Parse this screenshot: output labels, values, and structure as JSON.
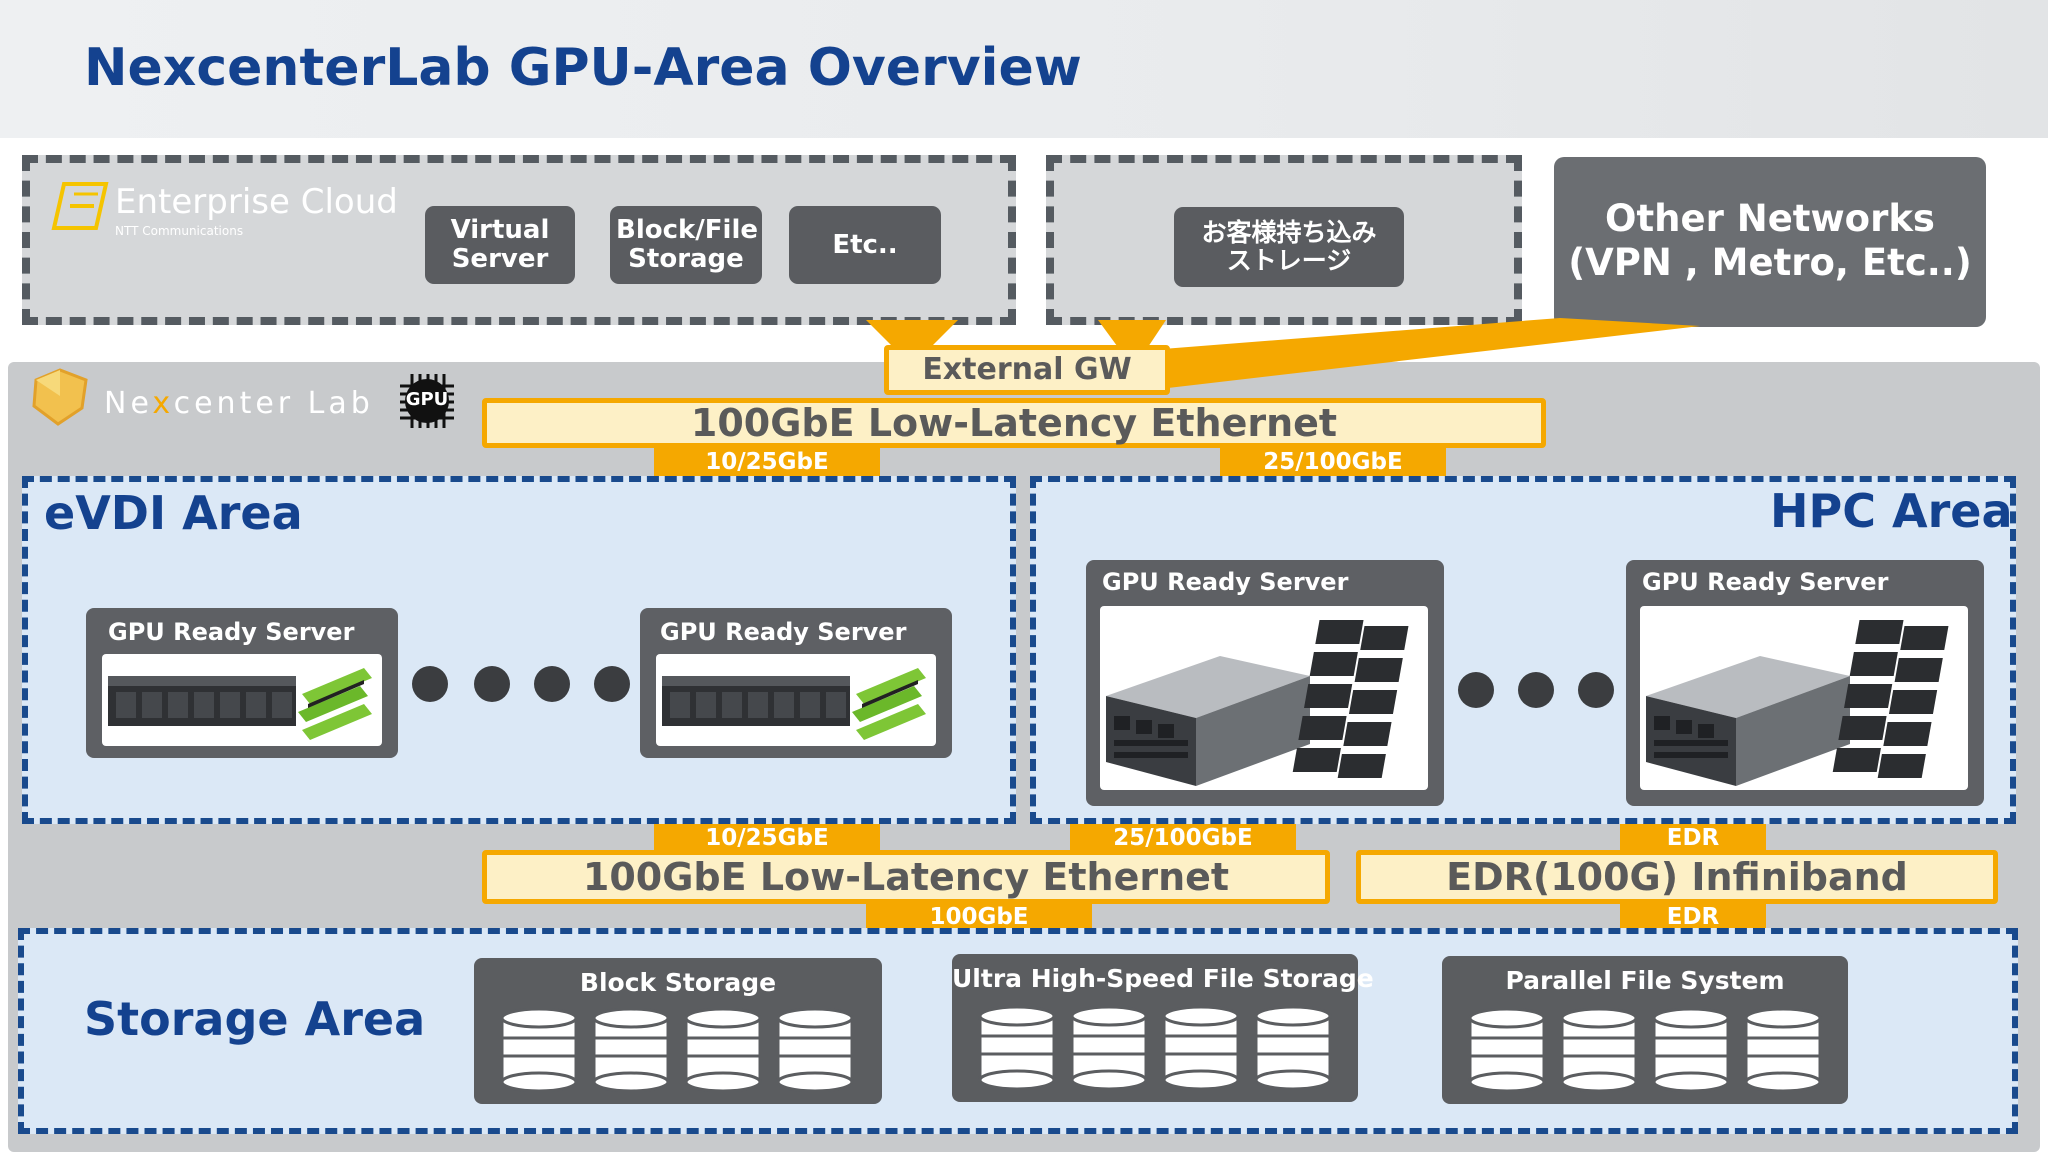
{
  "title": "NexcenterLab GPU-Area Overview",
  "enterprise_cloud": {
    "logo_text": "Enterprise Cloud",
    "logo_sub": "NTT Communications",
    "services": [
      "Virtual Server",
      "Block/File Storage",
      "Etc.."
    ]
  },
  "customer_storage": {
    "label_line1": "お客様持ち込み",
    "label_line2": "ストレージ"
  },
  "other_networks": {
    "line1": "Other Networks",
    "line2": "(VPN , Metro, Etc..)"
  },
  "lab": {
    "logo_pre": "Ne",
    "logo_x": "x",
    "logo_post": "center Lab",
    "gpu_badge": "GPU"
  },
  "network": {
    "external_gw": "External GW",
    "top_ethernet": "100GbE Low-Latency Ethernet",
    "top_link_left": "10/25GbE",
    "top_link_right": "25/100GbE",
    "bottom_ethernet": "100GbE Low-Latency Ethernet",
    "bottom_link_left": "10/25GbE",
    "bottom_link_mid": "25/100GbE",
    "bottom_link_storage": "100GbE",
    "infiniband": "EDR(100G) Infiniband",
    "ib_link_top": "EDR",
    "ib_link_bottom": "EDR"
  },
  "evdi": {
    "title": "eVDI Area",
    "servers": [
      "GPU Ready Server",
      "GPU Ready Server"
    ]
  },
  "hpc": {
    "title": "HPC Area",
    "servers": [
      "GPU Ready Server",
      "GPU Ready Server"
    ]
  },
  "storage": {
    "title": "Storage Area",
    "items": [
      "Block Storage",
      "Ultra High-Speed File Storage",
      "Parallel File System"
    ]
  },
  "colors": {
    "title_blue": "#14428f",
    "accent_orange": "#f5a800",
    "area_fill": "#dbe8f6",
    "card_gray": "#5e6064"
  }
}
